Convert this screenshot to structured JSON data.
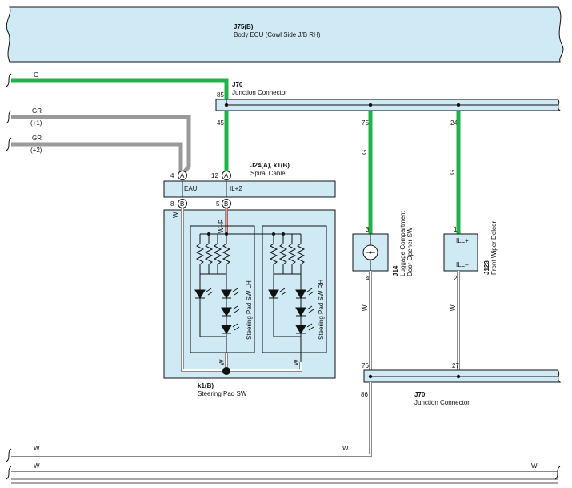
{
  "body_ecu": {
    "code": "J75(B)",
    "name": "Body ECU (Cowl Side J/B RH)"
  },
  "junction_top": {
    "code": "J70",
    "name": "Junction Connector",
    "pins": [
      "85",
      "45",
      "75",
      "24"
    ]
  },
  "junction_bottom": {
    "code": "J70",
    "name": "Junction Connector",
    "pins": [
      "76",
      "27",
      "86"
    ]
  },
  "spiral_cable": {
    "code": "J24(A), k1(B)",
    "name": "Spiral Cable",
    "pin_labels": [
      "EAU",
      "IL+2"
    ],
    "pins_top": [
      "4",
      "12"
    ],
    "pins_bottom": [
      "8",
      "5"
    ],
    "conn_a": "A",
    "conn_b": "B"
  },
  "steering_pad": {
    "code": "k1(B)",
    "name": "Steering Pad SW",
    "lh": "Steering Pad SW LH",
    "rh": "Steering Pad SW RH"
  },
  "luggage_sw": {
    "code": "J14",
    "name_line1": "Luggage Compartment",
    "name_line2": "Door Opener SW",
    "pins": [
      "3",
      "4"
    ]
  },
  "wiper_delcer": {
    "code": "J123",
    "name": "Front Wiper Delcer",
    "pin_labels": [
      "ILL+",
      "ILL–"
    ],
    "pins": [
      "1",
      "2"
    ]
  },
  "wires": {
    "g": "G",
    "gr1": "GR",
    "gr1_ref": "(+1)",
    "gr2": "GR",
    "gr2_ref": "(+2)",
    "w": "W",
    "wr": "W–R"
  },
  "colors": {
    "green": "#22b24c",
    "gray": "#9a9a9a",
    "blue_fill": "#cfe9f5",
    "red": "#d9312e"
  }
}
